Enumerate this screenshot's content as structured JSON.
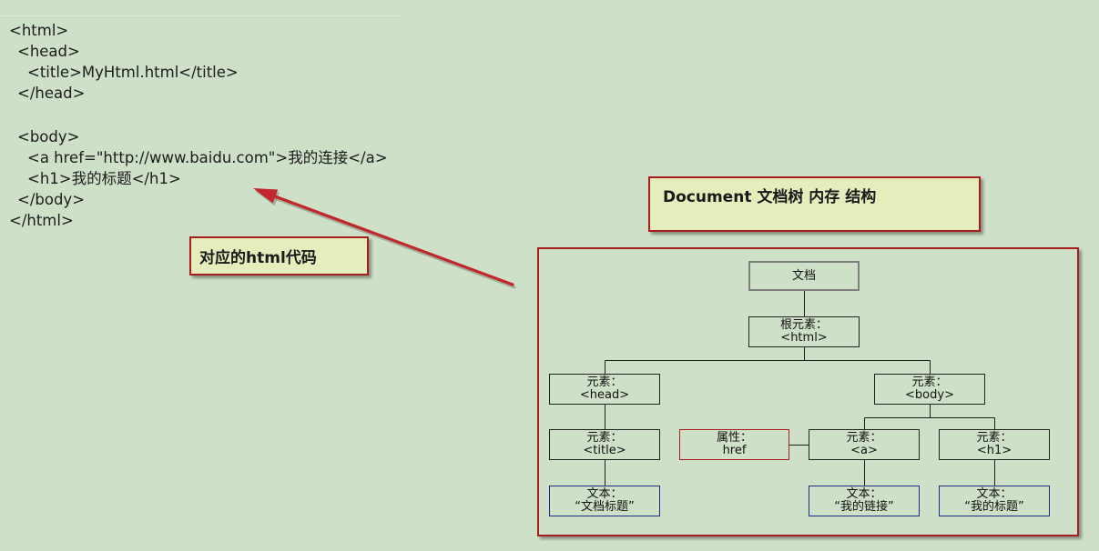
{
  "code": {
    "lines": [
      "<html>",
      "<head>",
      "<title>MyHtml.html</title>",
      "</head>",
      "<body>",
      "<a href=\"http://www.baidu.com\">我的连接</a>",
      "<h1>我的标题</h1>",
      "</body>",
      "</html>"
    ]
  },
  "callouts": {
    "code_label": "对应的html代码",
    "tree_label": "Document 文档树 内存 结构"
  },
  "tree": {
    "document": "文档",
    "html": {
      "kind": "根元素：",
      "tag": "<html>"
    },
    "head": {
      "kind": "元素：",
      "tag": "<head>"
    },
    "body": {
      "kind": "元素：",
      "tag": "<body>"
    },
    "title": {
      "kind": "元素：",
      "tag": "<title>"
    },
    "a": {
      "kind": "元素：",
      "tag": "<a>"
    },
    "h1": {
      "kind": "元素：",
      "tag": "<h1>"
    },
    "href_attr": {
      "kind": "属性：",
      "name": "href"
    },
    "title_text": {
      "kind": "文本：",
      "value": "“文档标题”"
    },
    "a_text": {
      "kind": "文本：",
      "value": "“我的链接”"
    },
    "h1_text": {
      "kind": "文本：",
      "value": "“我的标题”"
    }
  },
  "colors": {
    "background": "#cfe0c8",
    "callout_fill": "#e6edbd",
    "frame_border": "#a81d1d",
    "arrow": "#c3272b",
    "text_node_border": "#1c2c86",
    "document_node_border": "#7f7f7f"
  }
}
